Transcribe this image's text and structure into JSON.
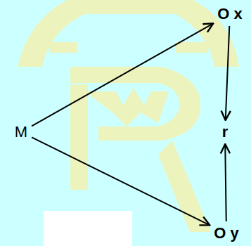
{
  "diagram": {
    "nodes": [
      {
        "text": [
          "M"
        ]
      },
      {
        "text": [
          "O x"
        ]
      },
      {
        "text": [
          "r"
        ]
      },
      {
        "text": [
          "O y"
        ]
      }
    ],
    "edges": [
      {
        "from": 0,
        "to": 1,
        "arrow": "to"
      },
      {
        "from": 0,
        "to": 3,
        "arrow": "to"
      },
      {
        "from": 1,
        "to": 2,
        "arrow": "to"
      },
      {
        "from": 3,
        "to": 2,
        "arrow": "to"
      }
    ]
  }
}
